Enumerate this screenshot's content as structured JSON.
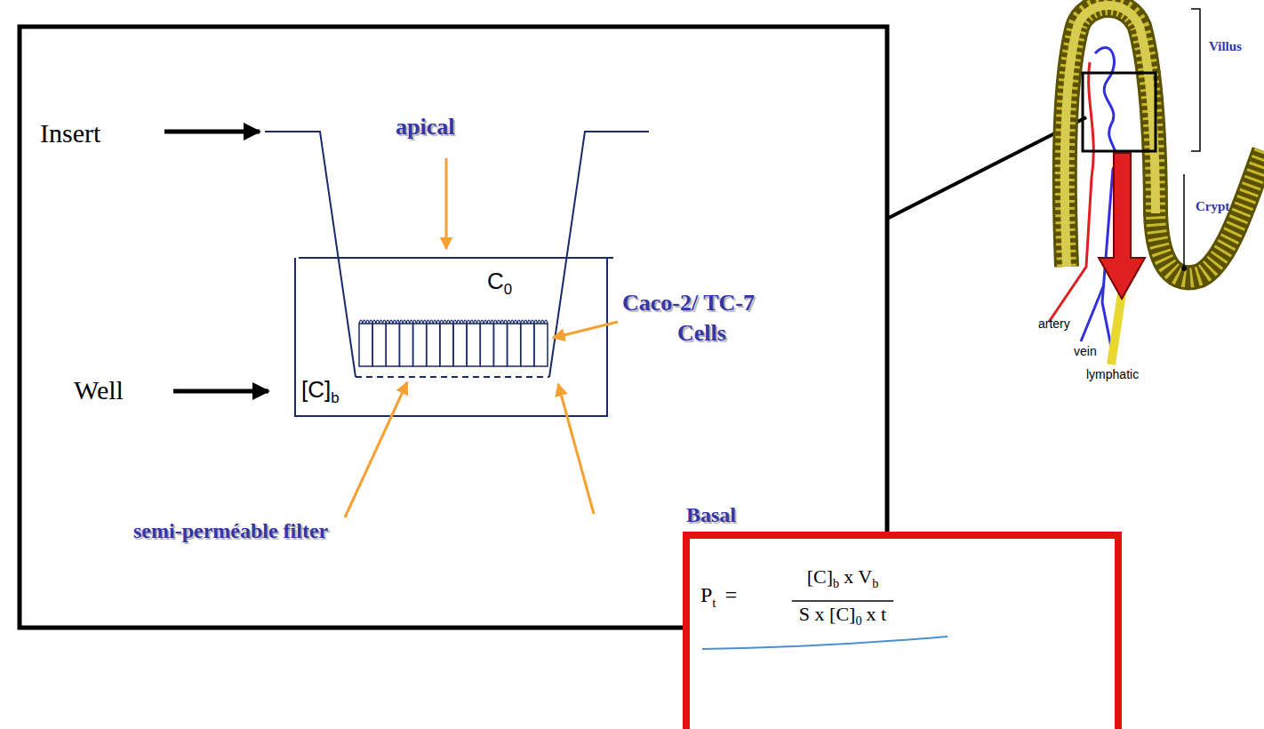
{
  "diagram": {
    "nodes": [
      {
        "text": [
          "P",
          "t",
          "=",
          "[C]",
          "b",
          "x V",
          "b",
          "S x [C]",
          "0",
          "x t"
        ]
      }
    ],
    "labels": [
      "Insert",
      "Well",
      "apical",
      "C",
      "0",
      "Caco-2/ TC-7",
      "Cells",
      "[C]",
      "b",
      "semi-perméable filter",
      "Basal",
      "Villus",
      "Crypt",
      "artery",
      "vein",
      "lymphatic"
    ]
  }
}
